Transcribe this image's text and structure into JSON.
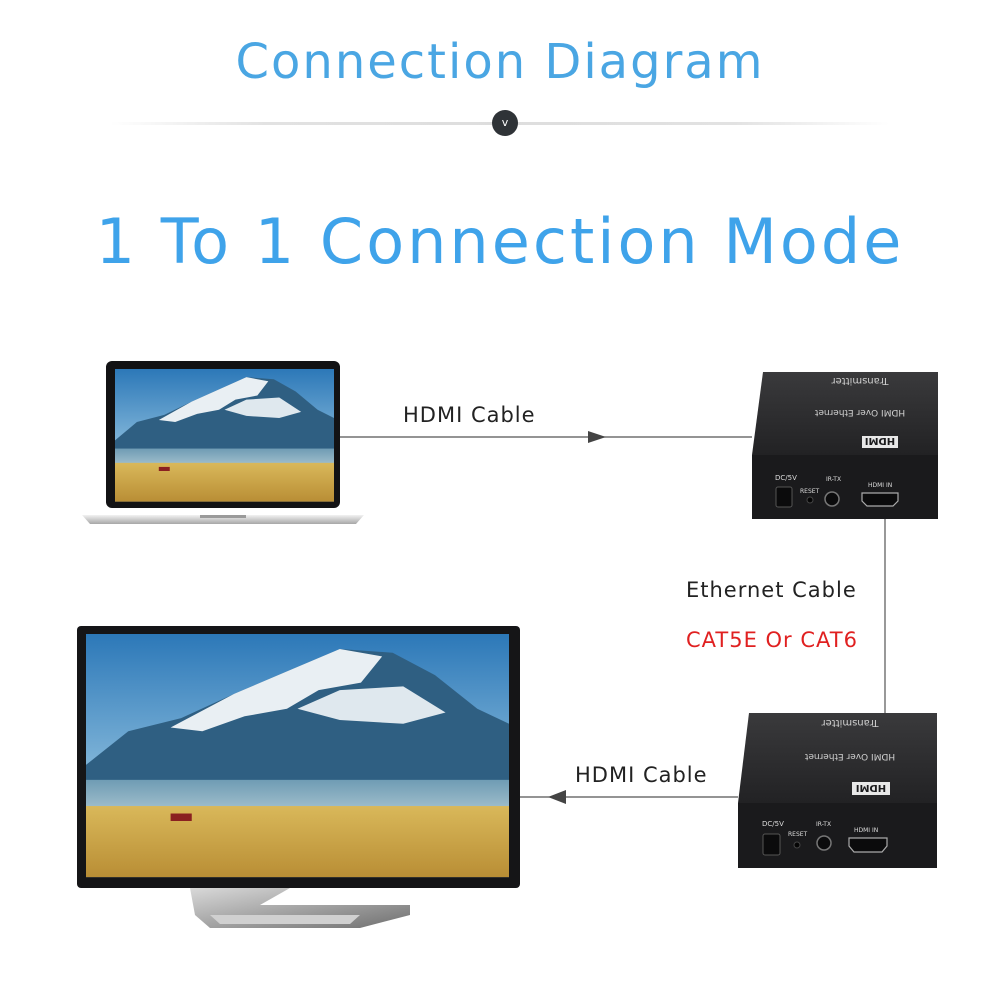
{
  "header": {
    "title": "Connection Diagram",
    "divider_glyph": "v"
  },
  "mode_title": "1 To 1 Connection Mode",
  "diagram": {
    "top_link_label": "HDMI Cable",
    "bottom_link_label": "HDMI Cable",
    "ethernet_label": "Ethernet Cable",
    "cable_type": "CAT5E Or CAT6",
    "unit": {
      "role": "Transmitter",
      "name": "HDMI Over Ethernet",
      "logo": "HDMI",
      "port_dc": "DC/5V",
      "port_reset": "RESET",
      "port_ir": "IR-TX",
      "port_hdmi": "HDMI IN"
    },
    "colors": {
      "accent_blue": "#3fa3ea",
      "cable_red": "#e02020",
      "device_body": "#1d1d1f"
    }
  }
}
